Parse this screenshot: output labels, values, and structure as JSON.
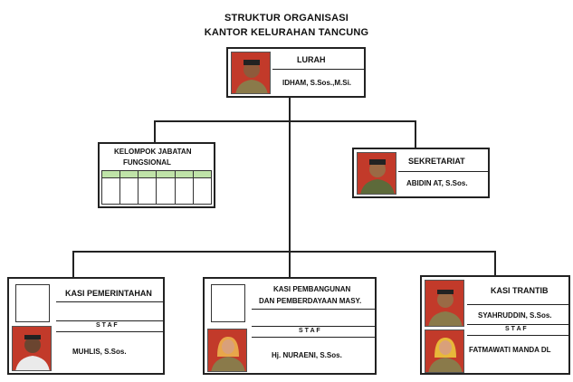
{
  "title": {
    "line1": "STRUKTUR ORGANISASI",
    "line2": "KANTOR KELURAHAN TANCUNG"
  },
  "lurah": {
    "position": "LURAH",
    "name": "IDHAM, S.Sos.,M.Si."
  },
  "fungsional": {
    "line1": "KELOMPOK  JABATAN",
    "line2": "FUNGSIONAL"
  },
  "sekretariat": {
    "position": "SEKRETARIAT",
    "name": "ABIDIN AT, S.Sos."
  },
  "kasi_pemerintahan": {
    "position": "KASI PEMERINTAHAN",
    "staf_label": "S T A F",
    "staf_name": "MUHLIS, S.Sos."
  },
  "kasi_pembangunan": {
    "position_line1": "KASI PEMBANGUNAN",
    "position_line2": "DAN PEMBERDAYAAN  MASY.",
    "staf_label": "S T A F",
    "staf_name": "Hj. NURAENI, S.Sos."
  },
  "kasi_trantib": {
    "position": "KASI TRANTIB",
    "name": "SYAHRUDDIN, S.Sos.",
    "staf_label": "S T A F",
    "staf_name": "FATMAWATI MANDA DL"
  },
  "colors": {
    "line": "#222222",
    "grid_fill": "#bfe3a8",
    "uniform": "#8a7a4a",
    "photo_bg": "#c23a2a"
  }
}
